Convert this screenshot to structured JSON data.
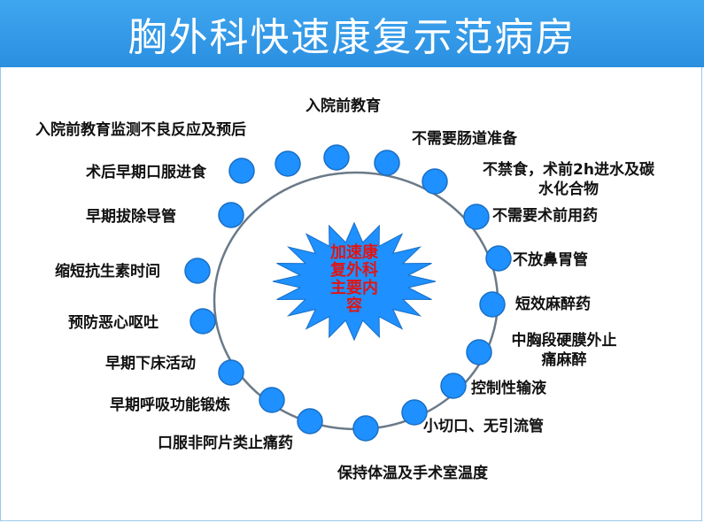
{
  "header": {
    "title": "胸外科快速康复示范病房"
  },
  "center": {
    "lines": [
      "加速康",
      "复外科",
      "主要内",
      "容"
    ]
  },
  "items": [
    {
      "text": "入院前教育"
    },
    {
      "text": "不需要肠道准备"
    },
    {
      "text": "不禁食，术前2h进水及碳\n水化合物"
    },
    {
      "text": "不需要术前用药"
    },
    {
      "text": "不放鼻胃管"
    },
    {
      "text": "短效麻醉药"
    },
    {
      "text": "中胸段硬膜外止\n痛麻醉"
    },
    {
      "text": "控制性输液"
    },
    {
      "text": "小切口、无引流管"
    },
    {
      "text": "保持体温及手术室温度"
    },
    {
      "text": "口服非阿片类止痛药"
    },
    {
      "text": "早期呼吸功能锻炼"
    },
    {
      "text": "早期下床活动"
    },
    {
      "text": "预防恶心呕吐"
    },
    {
      "text": "缩短抗生素时间"
    },
    {
      "text": "早期拔除导管"
    },
    {
      "text": "术后早期口服进食"
    },
    {
      "text": "入院前教育监测不良反应及预后"
    }
  ],
  "colors": {
    "header": "#2b8fe0",
    "dot": "#1e90ff",
    "dot_stroke": "#1a6fc4",
    "ring": "#6b7a88",
    "star": "#1e90ff",
    "center_text": "#e01515"
  }
}
